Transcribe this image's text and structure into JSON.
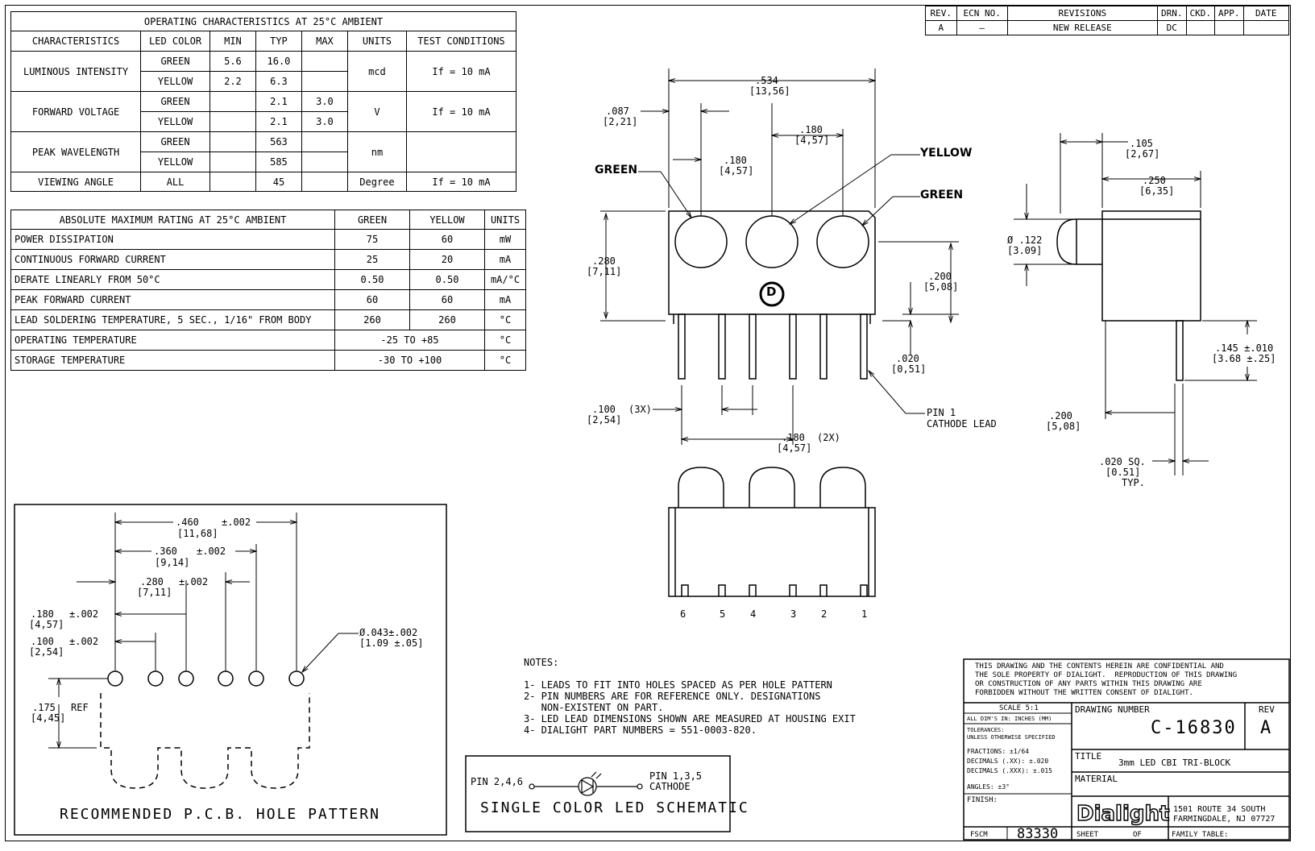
{
  "op_table": {
    "title": "OPERATING CHARACTERISTICS AT 25°C AMBIENT",
    "headers": [
      "CHARACTERISTICS",
      "LED COLOR",
      "MIN",
      "TYP",
      "MAX",
      "UNITS",
      "TEST CONDITIONS"
    ],
    "rows": [
      {
        "char": "LUMINOUS INTENSITY",
        "sub": [
          [
            "GREEN",
            "5.6",
            "16.0",
            ""
          ],
          [
            "YELLOW",
            "2.2",
            "6.3",
            ""
          ]
        ],
        "units": "mcd",
        "test": "If = 10 mA"
      },
      {
        "char": "FORWARD VOLTAGE",
        "sub": [
          [
            "GREEN",
            "",
            "2.1",
            "3.0"
          ],
          [
            "YELLOW",
            "",
            "2.1",
            "3.0"
          ]
        ],
        "units": "V",
        "test": "If = 10 mA"
      },
      {
        "char": "PEAK WAVELENGTH",
        "sub": [
          [
            "GREEN",
            "",
            "563",
            ""
          ],
          [
            "YELLOW",
            "",
            "585",
            ""
          ]
        ],
        "units": "nm",
        "test": ""
      },
      {
        "char": "VIEWING ANGLE",
        "sub": [
          [
            "ALL",
            "",
            "45",
            ""
          ]
        ],
        "units": "Degree",
        "test": "If = 10 mA"
      }
    ]
  },
  "abs_table": {
    "headers": [
      "ABSOLUTE MAXIMUM RATING AT 25°C AMBIENT",
      "GREEN",
      "YELLOW",
      "UNITS"
    ],
    "rows": [
      [
        "POWER DISSIPATION",
        "75",
        "60",
        "mW"
      ],
      [
        "CONTINUOUS FORWARD CURRENT",
        "25",
        "20",
        "mA"
      ],
      [
        "DERATE LINEARLY FROM 50°C",
        "0.50",
        "0.50",
        "mA/°C"
      ],
      [
        "PEAK FORWARD CURRENT",
        "60",
        "60",
        "mA"
      ],
      [
        "LEAD SOLDERING TEMPERATURE, 5 SEC., 1/16\" FROM BODY",
        "260",
        "260",
        "°C"
      ]
    ],
    "merged_rows": [
      [
        "OPERATING TEMPERATURE",
        "-25 TO +85",
        "°C"
      ],
      [
        "STORAGE TEMPERATURE",
        "-30 TO +100",
        "°C"
      ]
    ]
  },
  "rev_table": {
    "headers": [
      "REV.",
      "ECN NO.",
      "REVISIONS",
      "DRN.",
      "CKD.",
      "APP.",
      "DATE"
    ],
    "row": [
      "A",
      "—",
      "NEW RELEASE",
      "DC",
      "",
      "",
      ""
    ]
  },
  "front_view": {
    "dim_width": ".534",
    "dim_width_mm": "[13,56]",
    "dim_left": ".087",
    "dim_left_mm": "[2,21]",
    "dim_pitch_a": ".180",
    "dim_pitch_a_mm": "[4,57]",
    "dim_pitch_b": ".180",
    "dim_pitch_b_mm": "[4,57]",
    "label_green_left": "GREEN",
    "label_yellow": "YELLOW",
    "label_green_right": "GREEN",
    "dim_height": ".280",
    "dim_height_mm": "[7,11]",
    "dim_center": ".200",
    "dim_center_mm": "[5,08]",
    "dim_standoff": ".020",
    "dim_standoff_mm": "[0,51]",
    "dim_lead_pitch": ".100",
    "dim_lead_pitch_mm": "[2,54]",
    "dim_lead_pitch_qty": "(3X)",
    "dim_lead_pitch2": ".180",
    "dim_lead_pitch2_mm": "[4,57]",
    "dim_lead_pitch2_qty": "(2X)",
    "pin_label_1": "PIN 1",
    "pin_label_2": "CATHODE LEAD",
    "logo": "D"
  },
  "side_view": {
    "dim_a": ".105",
    "dim_a_mm": "[2,67]",
    "dim_b": ".250",
    "dim_b_mm": "[6,35]",
    "dim_dia": "Ø .122",
    "dim_dia_mm": "[3.09]",
    "dim_lead": ".145 ±.010",
    "dim_lead_mm": "[3.68 ±.25]",
    "dim_c": ".200",
    "dim_c_mm": "[5,08]",
    "dim_sq": ".020 SQ.",
    "dim_sq_mm": "[0.51]",
    "dim_sq_typ": "TYP."
  },
  "bottom_view": {
    "pins": [
      "6",
      "5",
      "4",
      "3",
      "2",
      "1"
    ]
  },
  "pcb": {
    "title": "RECOMMENDED P.C.B. HOLE PATTERN",
    "d1": ".460",
    "d1_tol": "±.002",
    "d1_mm": "[11,68]",
    "d2": ".360",
    "d2_tol": "±.002",
    "d2_mm": "[9,14]",
    "d3": ".280",
    "d3_tol": "±.002",
    "d3_mm": "[7,11]",
    "d4": ".180",
    "d4_tol": "±.002",
    "d4_mm": "[4,57]",
    "d5": ".100",
    "d5_tol": "±.002",
    "d5_mm": "[2,54]",
    "d6": ".175",
    "d6_ref": "REF",
    "d6_mm": "[4,45]",
    "hole": "Ø.043±.002",
    "hole_mm": "[1.09 ±.05]"
  },
  "notes": {
    "title": "NOTES:",
    "items": [
      "1- LEADS TO FIT INTO HOLES SPACED AS PER HOLE PATTERN",
      "2- PIN NUMBERS ARE FOR REFERENCE ONLY. DESIGNATIONS",
      "   NON-EXISTENT ON PART.",
      "3- LED LEAD DIMENSIONS SHOWN ARE MEASURED AT HOUSING EXIT",
      "4- DIALIGHT PART NUMBERS = 551-0003-820."
    ]
  },
  "schematic": {
    "left": "PIN 2,4,6",
    "right1": "PIN 1,3,5",
    "right2": "CATHODE",
    "title": "SINGLE COLOR LED SCHEMATIC"
  },
  "title_block": {
    "confidential": [
      "THIS DRAWING AND THE CONTENTS HEREIN ARE CONFIDENTIAL AND",
      "THE SOLE PROPERTY OF DIALIGHT.  REPRODUCTION OF THIS DRAWING",
      "OR CONSTRUCTION OF ANY PARTS WITHIN THIS DRAWING ARE",
      "FORBIDDEN WITHOUT THE WRITTEN CONSENT OF DIALIGHT."
    ],
    "scale": "SCALE 5:1",
    "units": "ALL DIM'S IN: INCHES (MM)",
    "tol_title": "TOLERANCES:",
    "tol_sub": "UNLESS OTHERWISE SPECIFIED",
    "fractions": "FRACTIONS: ±1/64",
    "dec2": "DECIMALS (.XX): ±.020",
    "dec3": "DECIMALS (.XXX): ±.015",
    "angles": "ANGLES: ±3°",
    "finish": "FINISH:",
    "fscm_label": "FSCM",
    "fscm": "83330",
    "drawing_number_label": "DRAWING NUMBER",
    "drawing_number": "C-16830",
    "rev_label": "REV",
    "rev": "A",
    "title_label": "TITLE",
    "title": "3mm LED CBI TRI-BLOCK",
    "material_label": "MATERIAL",
    "company": "Dialight",
    "address1": "1501 ROUTE 34 SOUTH",
    "address2": "FARMINGDALE, NJ 07727",
    "sheet": "SHEET",
    "of": "OF",
    "family": "FAMILY TABLE:"
  }
}
